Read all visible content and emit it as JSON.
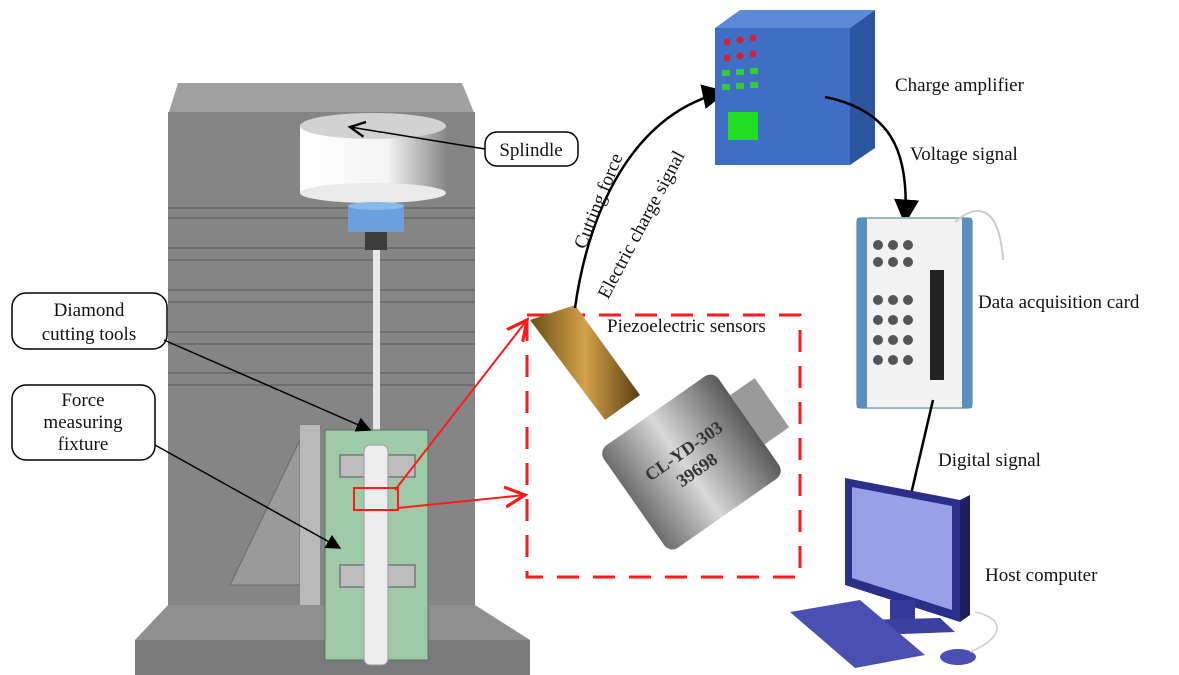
{
  "labels": {
    "spindle": "Splindle",
    "diamond_line1": "Diamond",
    "diamond_line2": "cutting tools",
    "fixture_line1": "Force",
    "fixture_line2": "measuring",
    "fixture_line3": "fixture",
    "sensors": "Piezoelectric sensors",
    "cutting_force": "Cutting force",
    "charge_signal": "Electric charge signal",
    "charge_amplifier": "Charge amplifier",
    "voltage_signal": "Voltage signal",
    "daq_card": "Data acquisition card",
    "digital_signal": "Digital signal",
    "host_computer": "Host computer"
  },
  "sensor_marking": {
    "model": "CL-YD-303",
    "serial": "39698"
  },
  "colors": {
    "accent_red": "#ff1a1a",
    "amplifier_blue": "#3f6fc4",
    "monitor_blue": "#3a3fa0",
    "machine_gray": "#8a8a8a"
  }
}
